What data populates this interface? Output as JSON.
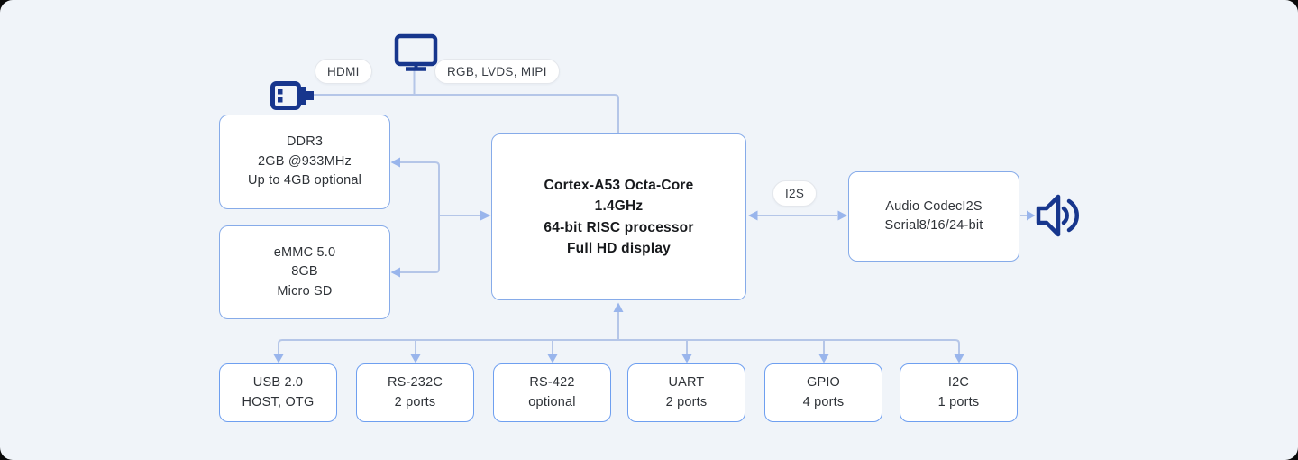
{
  "colors": {
    "canvas_bg": "#f0f4f9",
    "outer_bg": "#0a0a0a",
    "box_bg": "#ffffff",
    "box_border": "#86abe9",
    "peripheral_box_border": "#6e9ff0",
    "wire": "#b5c6e8",
    "arrow": "#99b5ec",
    "icon_navy": "#17368d",
    "text": "#2e3237",
    "cpu_text": "#17191c",
    "pill_border": "#e4e7ec"
  },
  "pills": {
    "hdmi": "HDMI",
    "display": "RGB, LVDS, MIPI",
    "i2s": "I2S"
  },
  "icons": {
    "monitor": "monitor-icon",
    "hdmi_plug": "hdmi-connector-icon",
    "speaker": "speaker-icon"
  },
  "boxes": {
    "ddr3": {
      "lines": [
        "DDR3",
        "2GB @933MHz",
        "Up to 4GB optional"
      ]
    },
    "emmc": {
      "lines": [
        "eMMC 5.0",
        "8GB",
        "Micro SD"
      ]
    },
    "cpu": {
      "lines": [
        "Cortex-A53 Octa-Core",
        "1.4GHz",
        "64-bit RISC processor",
        "Full HD display"
      ]
    },
    "audio": {
      "lines": [
        "Audio CodecI2S",
        "Serial8/16/24-bit"
      ]
    }
  },
  "peripherals": [
    {
      "lines": [
        "USB 2.0",
        "HOST, OTG"
      ]
    },
    {
      "lines": [
        "RS-232C",
        "2 ports"
      ]
    },
    {
      "lines": [
        "RS-422",
        "optional"
      ]
    },
    {
      "lines": [
        "UART",
        "2 ports"
      ]
    },
    {
      "lines": [
        "GPIO",
        "4 ports"
      ]
    },
    {
      "lines": [
        "I2C",
        "1 ports"
      ]
    }
  ]
}
